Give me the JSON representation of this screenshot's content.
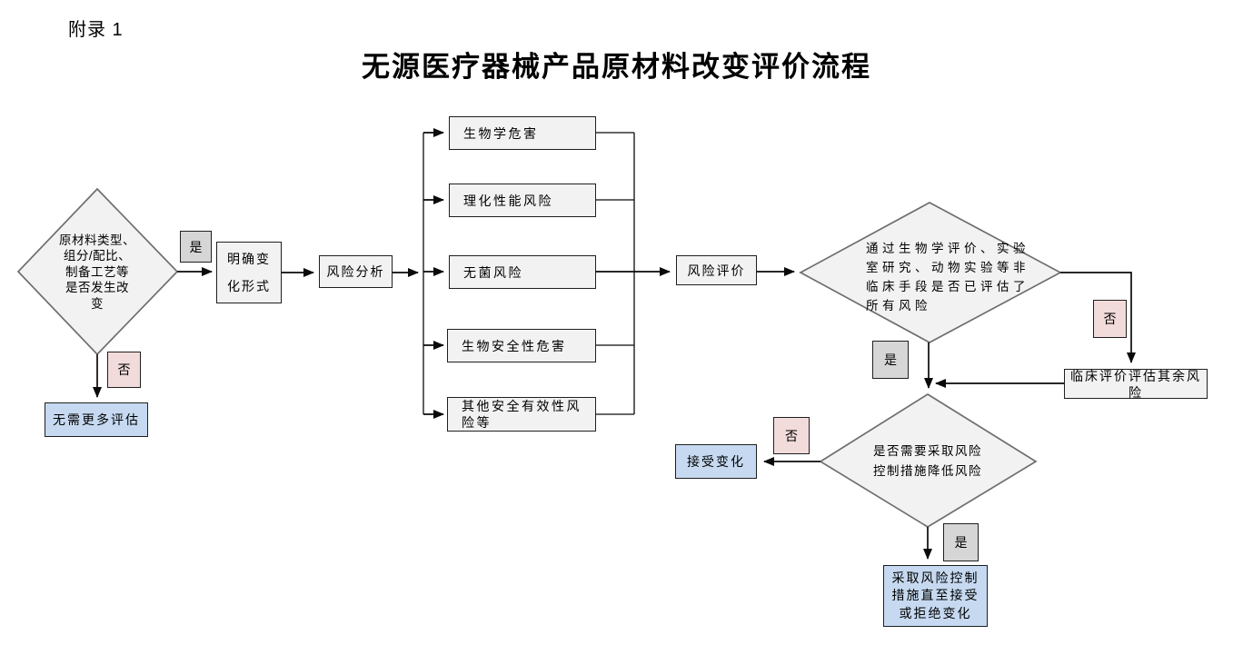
{
  "page": {
    "annex_label": "附录 1",
    "title": "无源医疗器械产品原材料改变评价流程"
  },
  "branch_labels": {
    "yes": "是",
    "no": "否"
  },
  "nodes": {
    "start_decision": "原材料类型、\n组分/配比、\n制备工艺等\n是否发生改\n变",
    "no_more_eval": "无需更多评估",
    "define_change": "明确变\n化形式",
    "risk_analysis": "风险分析",
    "risk_evaluation": "风险评价",
    "nonclinical_decision": "通过生物学评价、实验\n室研究、动物实验等非\n临床手段是否已评估了\n所有风险",
    "clinical_eval": "临床评价评估其余风险",
    "control_decision": "是否需要采取风险\n控制措施降低风险",
    "accept_change": "接受变化",
    "take_measures": "采取风险控制\n措施直至接受\n或拒绝变化"
  },
  "hazards": [
    "生物学危害",
    "理化性能风险",
    "无菌风险",
    "生物安全性危害",
    "其他安全有效性风险等"
  ],
  "colors": {
    "process_fill": "#f2f2f2",
    "yes_fill": "#d6d6d6",
    "no_fill": "#f2dcdb",
    "result_fill": "#c6d9f1"
  }
}
